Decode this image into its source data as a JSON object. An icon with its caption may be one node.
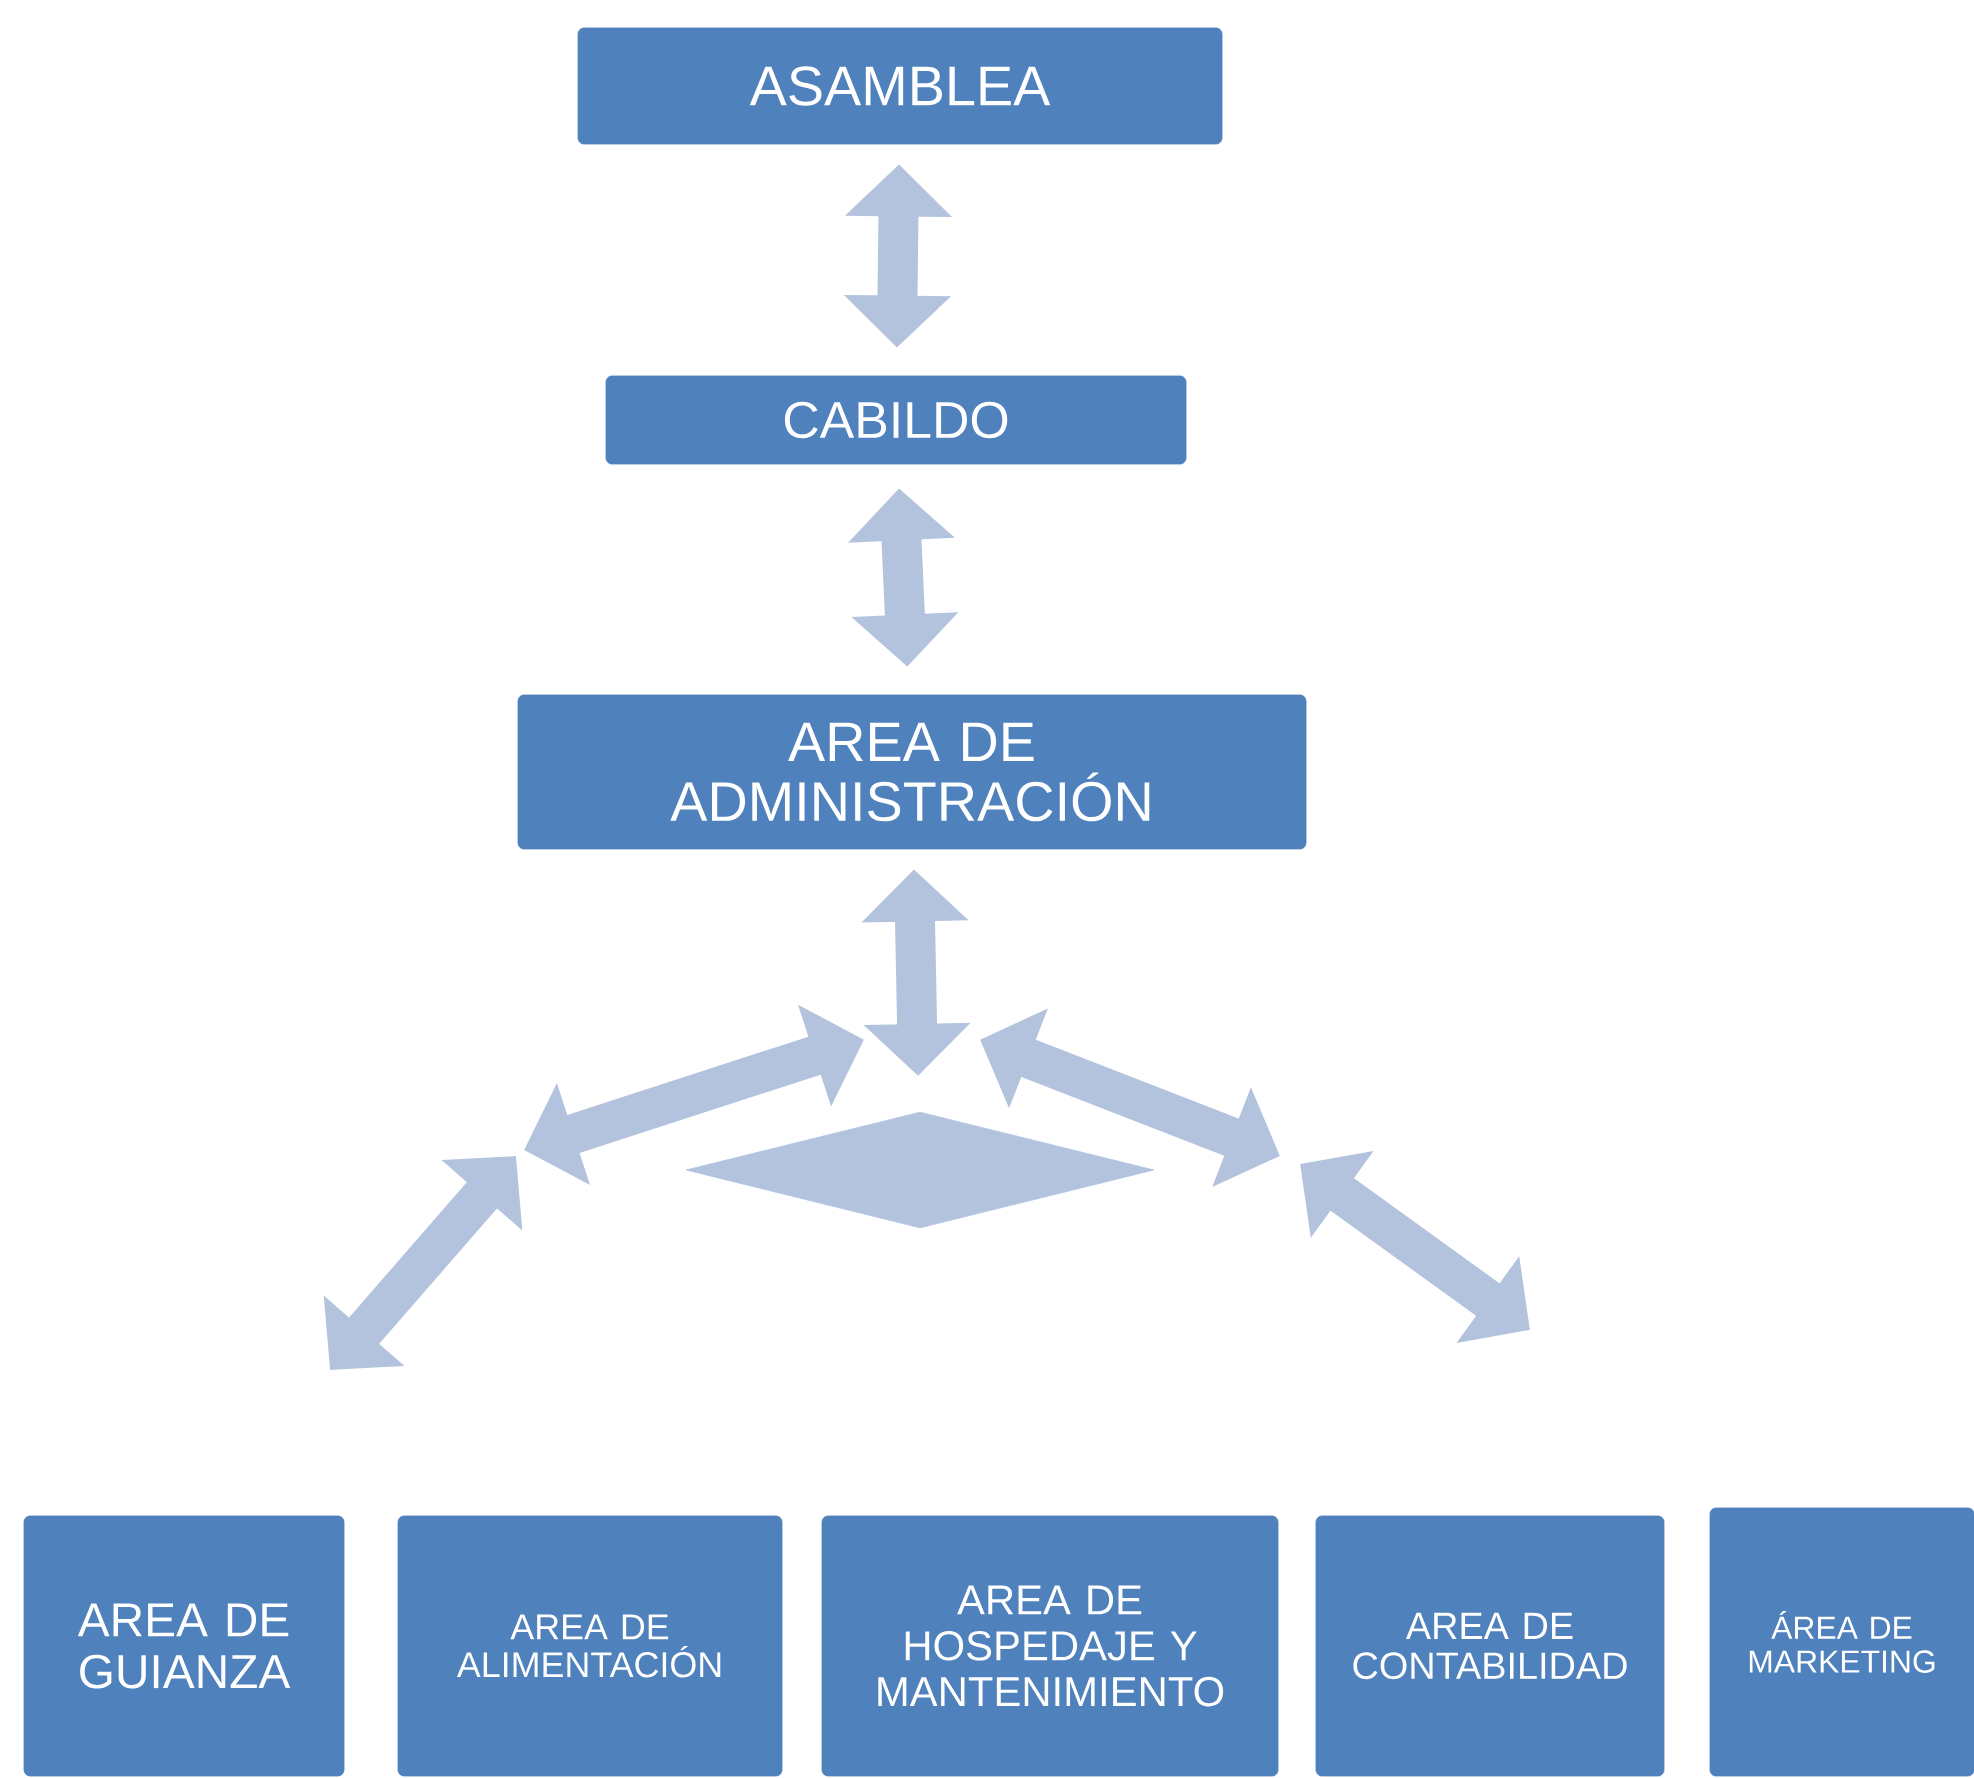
{
  "diagram": {
    "nodes": [
      {
        "text": [
          "ASAMBLEA"
        ]
      },
      {
        "text": [
          "CABILDO"
        ]
      },
      {
        "text": [
          "AREA DE ADMINISTRACIÓN"
        ]
      },
      {
        "text": [
          "AREA DE GUIANZA"
        ]
      },
      {
        "text": [
          "AREA DE ALIMENTACIÓN"
        ]
      },
      {
        "text": [
          "AREA DE HOSPEDAJE Y MANTENIMIENTO"
        ]
      },
      {
        "text": [
          "AREA DE CONTABILIDAD"
        ]
      },
      {
        "text": [
          "ÁREA DE MARKETING"
        ]
      },
      {
        "text": [],
        "shape": "diamond"
      }
    ],
    "edges": [
      {
        "from": 0,
        "to": 1,
        "arrow": "both"
      },
      {
        "from": 1,
        "to": 2,
        "arrow": "both"
      },
      {
        "from": 2,
        "to": 8,
        "arrow": "both"
      },
      {
        "from": 8,
        "to": null,
        "arrow": "both"
      },
      {
        "from": 8,
        "to": null,
        "arrow": "both"
      }
    ]
  }
}
